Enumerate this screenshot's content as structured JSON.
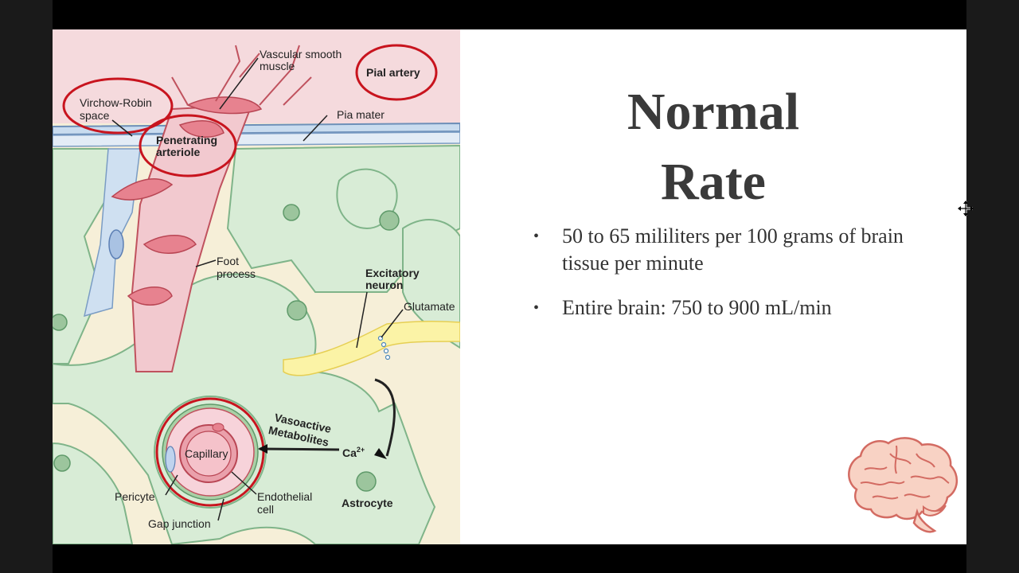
{
  "slide": {
    "title_line1": "Normal",
    "title_line2": "Rate",
    "bullets": [
      "50 to 65 mililiters per 100 grams of brain tissue per minute",
      "Entire brain: 750 to 900 mL/min"
    ]
  },
  "diagram": {
    "labels": {
      "vascular_smooth_muscle_1": "Vascular smooth",
      "vascular_smooth_muscle_2": "muscle",
      "pial_artery": "Pial artery",
      "virchow_robin_1": "Virchow-Robin",
      "virchow_robin_2": "space",
      "pia_mater": "Pia mater",
      "penetrating_1": "Penetrating",
      "penetrating_2": "arteriole",
      "foot_process_1": "Foot",
      "foot_process_2": "process",
      "excitatory_1": "Excitatory",
      "excitatory_2": "neuron",
      "glutamate": "Glutamate",
      "vasoactive_1": "Vasoactive",
      "vasoactive_2": "Metabolites",
      "ca": "Ca",
      "ca_sup": "2+",
      "capillary": "Capillary",
      "pericyte": "Pericyte",
      "endothelial_1": "Endothelial",
      "endothelial_2": "cell",
      "astrocyte": "Astrocyte",
      "gap_junction": "Gap junction"
    }
  },
  "icons": {
    "brain": "brain-icon",
    "cursor": "move-cursor-icon"
  },
  "colors": {
    "pia_pink": "#f5dadd",
    "astro_green": "#d8ecd6",
    "astro_stroke": "#7fb489",
    "tissue_bg": "#f6efd8",
    "red_circle": "#c8141e",
    "neuron_yellow": "#fbf3a6",
    "brain_fill": "#f8d2c4",
    "brain_stroke": "#d36b62"
  }
}
